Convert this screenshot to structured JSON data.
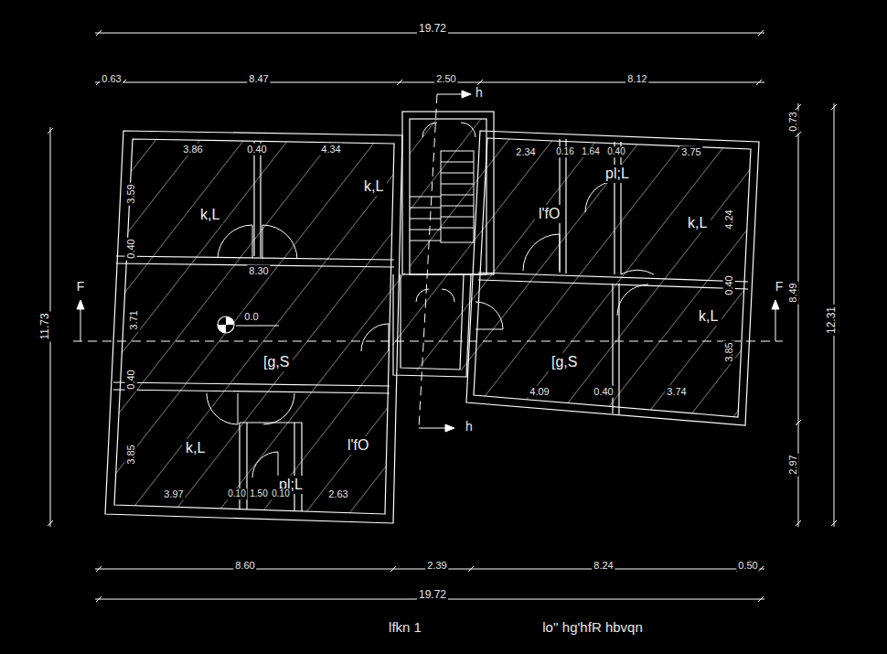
{
  "diagram": {
    "nodes": [
      {
        "text": [
          "k,L"
        ]
      },
      {
        "text": [
          "k,L"
        ]
      },
      {
        "text": [
          "[g,S"
        ]
      },
      {
        "text": [
          "k,L"
        ]
      },
      {
        "text": [
          "l'fO"
        ]
      },
      {
        "text": [
          "pl;L"
        ]
      },
      {
        "text": [
          "l'fO"
        ]
      },
      {
        "text": [
          "pl;L"
        ]
      },
      {
        "text": [
          "k,L"
        ]
      },
      {
        "text": [
          "k,L"
        ]
      },
      {
        "text": [
          "[g,S"
        ]
      }
    ],
    "labels": [
      "19.72",
      "0.63",
      "8.47",
      "2.50",
      "8.12",
      "h",
      "3.86",
      "0.40",
      "4.34",
      "2.34",
      "0.16",
      "1.64",
      "0.40",
      "3.75",
      "0.73",
      "3.59",
      "4.24",
      "0.40",
      "8.30",
      "0.40",
      "F",
      "F",
      "8.49",
      "3.71",
      "0.0",
      "11.73",
      "12.31",
      "3.85",
      "0.40",
      "4.09",
      "0.40",
      "3.74",
      "h",
      "3.85",
      "2.97",
      "3.97",
      "0.10",
      "1.50",
      "0.10",
      "2.63",
      "8.60",
      "2.39",
      "8.24",
      "0.50",
      "19.72",
      "lfkn 1",
      "lo'' hg'hfR hbvqn"
    ]
  }
}
